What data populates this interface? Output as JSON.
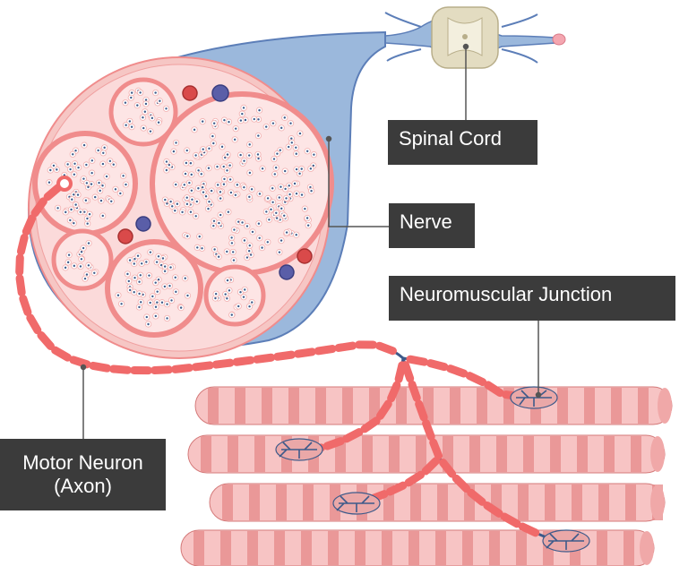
{
  "labels": {
    "spinal_cord": "Spinal Cord",
    "nerve": "Nerve",
    "neuromuscular_junction": "Neuromuscular Junction",
    "motor_neuron_line1": "Motor Neuron",
    "motor_neuron_line2": "(Axon)"
  },
  "colors": {
    "nerve_sheath": "#9bb8dc",
    "nerve_sheath_dark": "#5c7eb8",
    "fascicle_fill": "#f6c6c4",
    "perineurium": "#f08c8c",
    "myelin": "#f06a6a",
    "axon": "#3d5a8a",
    "muscle_light": "#f7c4c4",
    "muscle_dark": "#e58a8a",
    "artery": "#d94a4a",
    "vein": "#5a5ea8",
    "spinal_grey": "#e3dcc1",
    "label_bg": "#3b3b3b"
  }
}
